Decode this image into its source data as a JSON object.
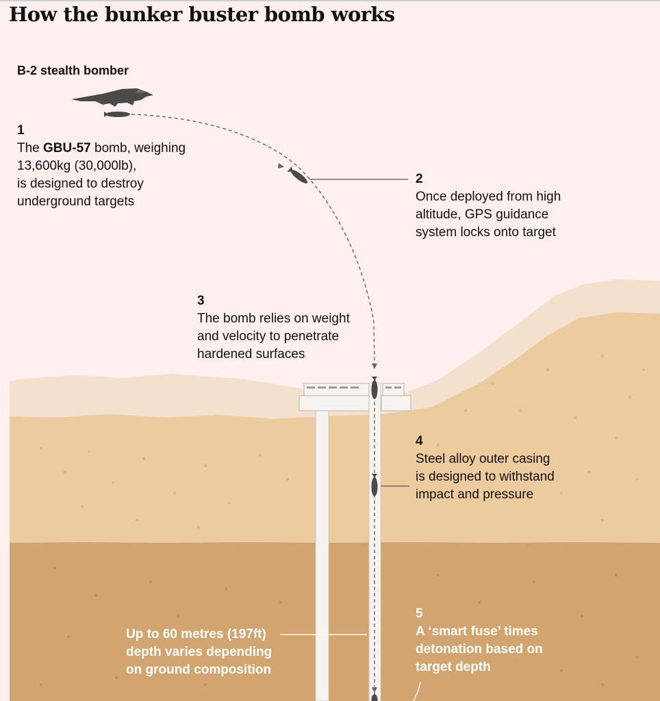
{
  "title": "How the bunker buster bomb works",
  "bomber_label": "B-2 stealth bomber",
  "steps": [
    {
      "num": "1",
      "line1_pre": "The ",
      "line1_bold": "GBU-57",
      "line1_post": " bomb, weighing",
      "lines": [
        "13,600kg (30,000lb),",
        "is designed to destroy",
        "underground targets"
      ]
    },
    {
      "num": "2",
      "lines": [
        "Once deployed from high",
        "altitude, GPS guidance",
        "system locks onto target"
      ]
    },
    {
      "num": "3",
      "lines": [
        "The bomb relies on weight",
        "and velocity to penetrate",
        "hardened surfaces"
      ]
    },
    {
      "num": "4",
      "lines": [
        "Steel alloy outer casing",
        "is designed to withstand",
        "impact and pressure"
      ]
    },
    {
      "num": "5",
      "lines": [
        "A ‘smart fuse’ times",
        "detonation based on",
        "target depth"
      ]
    }
  ],
  "depth_note": {
    "lines": [
      "Up to 60 metres (197ft)",
      "depth varies depending",
      "on ground composition"
    ]
  },
  "colors": {
    "sky": "#fdf0ef",
    "surface_layer": "#f3e0cd",
    "ridge_light": "#f3e0cd",
    "soil_upper": "#eccb9e",
    "soil_lower": "#d2a570",
    "shaft": "#f6f4f1",
    "aircraft": "#4a4a4a",
    "leader_line": "#555555",
    "dotted_path": "#666666"
  },
  "icons": [
    "stealth-bomber-icon",
    "bomb-icon",
    "arrowhead-icon"
  ]
}
